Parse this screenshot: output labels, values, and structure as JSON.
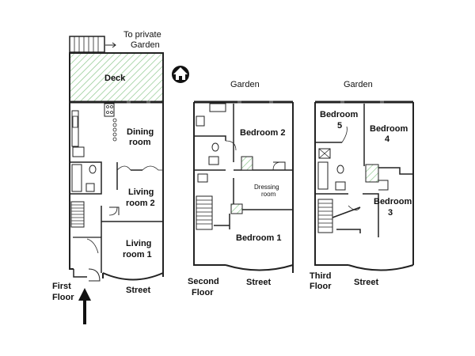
{
  "plan1": {
    "to_private": "To private",
    "garden_note": "Garden",
    "deck": "Deck",
    "dining_l1": "Dining",
    "dining_l2": "room",
    "living2_l1": "Living",
    "living2_l2": "room 2",
    "living1_l1": "Living",
    "living1_l2": "room 1",
    "street": "Street",
    "floor_l1": "First",
    "floor_l2": "Floor"
  },
  "plan2": {
    "garden": "Garden",
    "bedroom2": "Bedroom 2",
    "dressing_l1": "Dressing",
    "dressing_l2": "room",
    "bedroom1": "Bedroom 1",
    "street": "Street",
    "floor_l1": "Second",
    "floor_l2": "Floor"
  },
  "plan3": {
    "garden": "Garden",
    "bedroom5_l1": "Bedroom",
    "bedroom5_l2": "5",
    "bedroom4_l1": "Bedroom",
    "bedroom4_l2": "4",
    "bedroom3_l1": "Bedroom",
    "bedroom3_l2": "3",
    "street": "Street",
    "floor_l1": "Third",
    "floor_l2": "Floor"
  },
  "icons": {
    "home": "home-icon",
    "entrance": "entrance-arrow-icon"
  },
  "colors": {
    "wall": "#222222",
    "hatch": "#8fc98f",
    "window": "#5a5a5a"
  }
}
